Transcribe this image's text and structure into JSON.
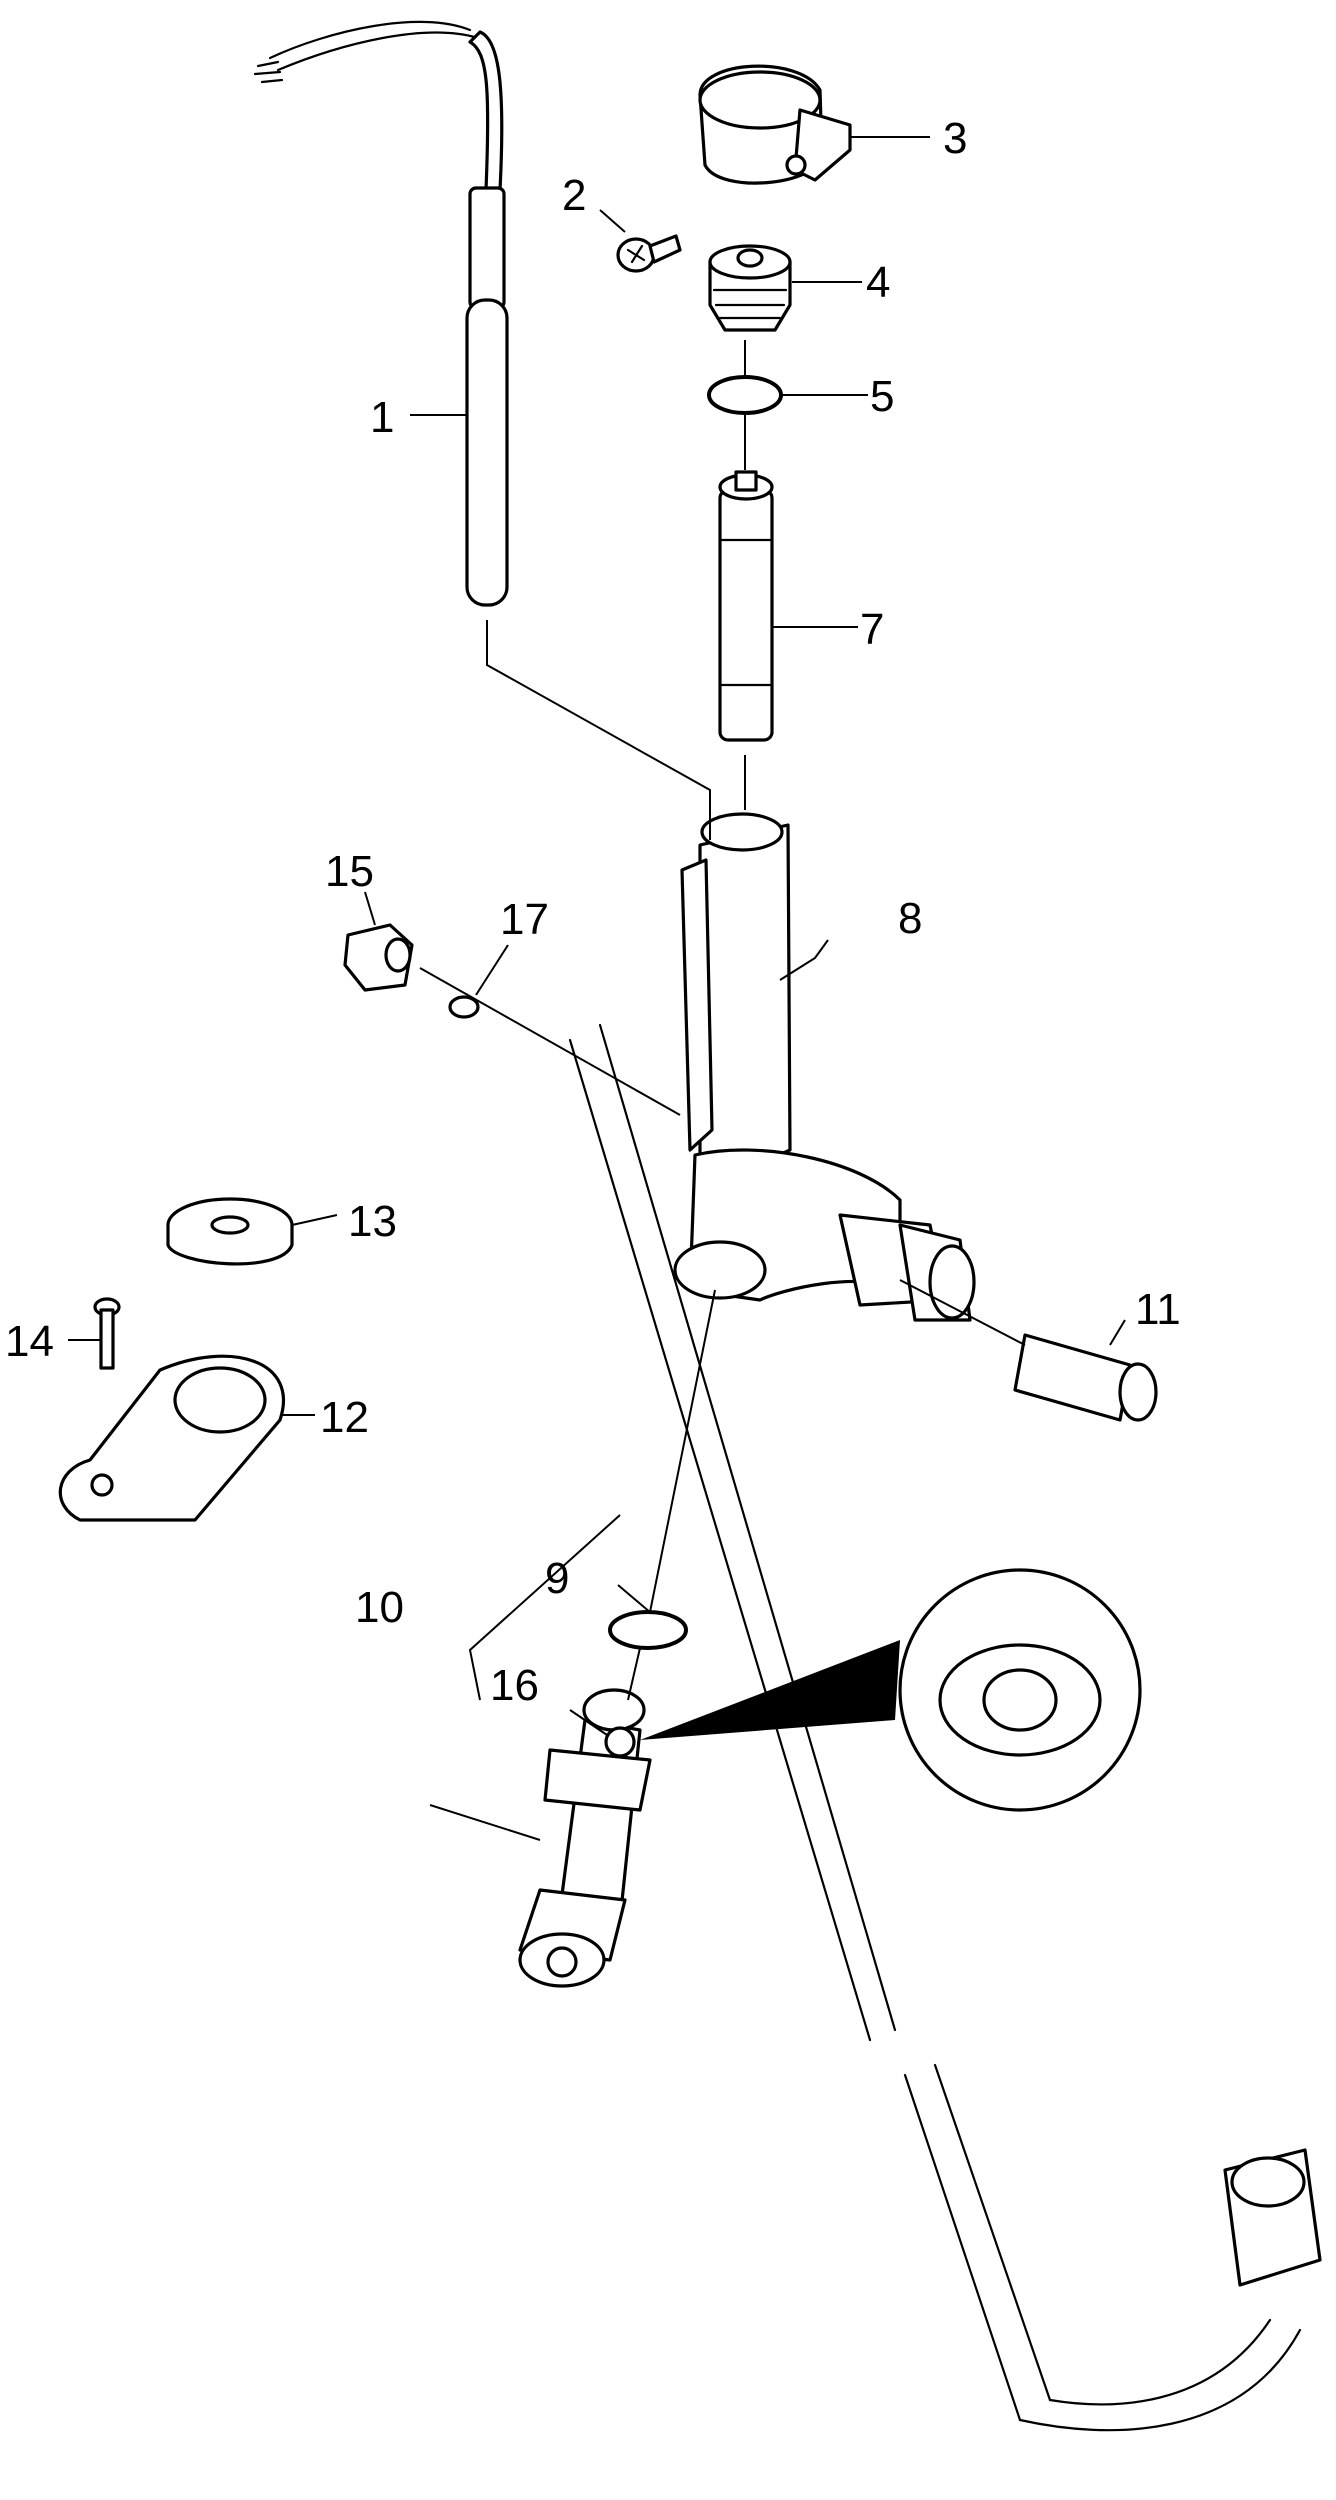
{
  "diagram": {
    "callouts": [
      {
        "id": "1",
        "text": "1"
      },
      {
        "id": "2",
        "text": "2"
      },
      {
        "id": "3",
        "text": "3"
      },
      {
        "id": "4",
        "text": "4"
      },
      {
        "id": "5",
        "text": "5"
      },
      {
        "id": "7",
        "text": "7"
      },
      {
        "id": "8",
        "text": "8"
      },
      {
        "id": "9",
        "text": "9"
      },
      {
        "id": "10",
        "text": "10"
      },
      {
        "id": "11",
        "text": "11"
      },
      {
        "id": "12",
        "text": "12"
      },
      {
        "id": "13",
        "text": "13"
      },
      {
        "id": "14",
        "text": "14"
      },
      {
        "id": "15",
        "text": "15"
      },
      {
        "id": "16",
        "text": "16"
      },
      {
        "id": "17",
        "text": "17"
      }
    ],
    "colors": {
      "line": "#000000",
      "background": "#ffffff"
    }
  }
}
